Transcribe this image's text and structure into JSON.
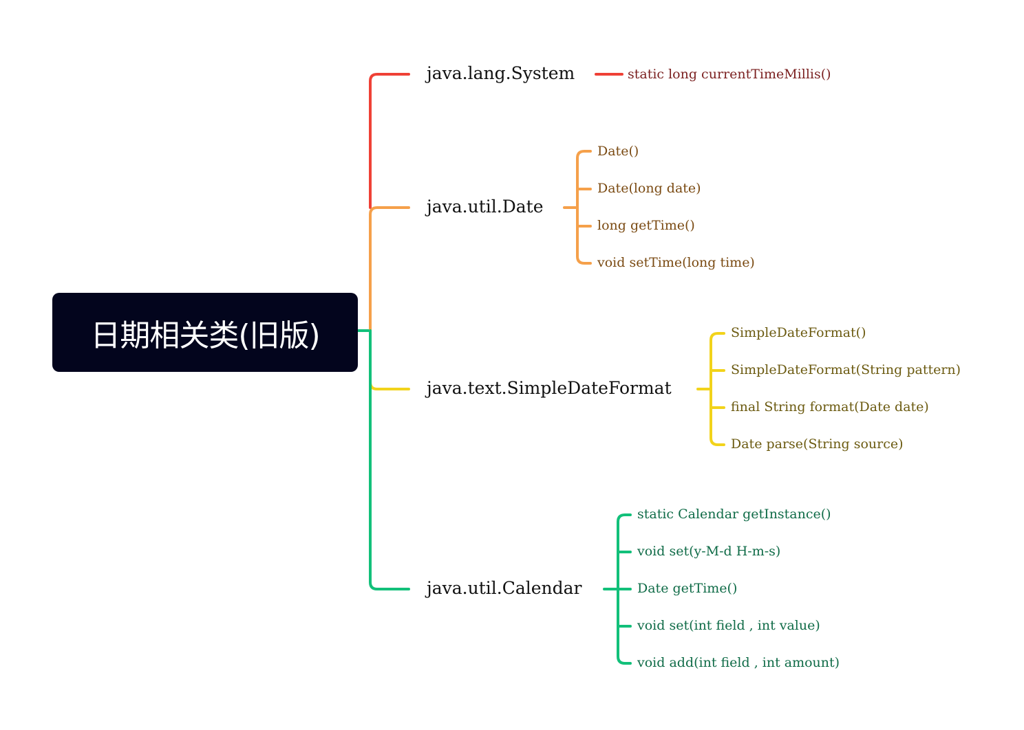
{
  "root": {
    "label": "日期相关类(旧版)"
  },
  "branches": [
    {
      "label": "java.lang.System",
      "color": "#ef4136",
      "text_color": "#7a1f1f",
      "leaves": [
        "static long currentTimeMillis()"
      ]
    },
    {
      "label": "java.util.Date",
      "color": "#f5a04a",
      "text_color": "#7a4a12",
      "leaves": [
        "Date()",
        "Date(long date)",
        "long getTime()",
        "void setTime(long time)"
      ]
    },
    {
      "label": "java.text.SimpleDateFormat",
      "color": "#f2d31b",
      "text_color": "#6b5a10",
      "leaves": [
        "SimpleDateFormat()",
        "SimpleDateFormat(String pattern)",
        "final String format(Date date)",
        "Date parse(String source)"
      ]
    },
    {
      "label": "java.util.Calendar",
      "color": "#12c07a",
      "text_color": "#0f6b47",
      "leaves": [
        "static Calendar getInstance()",
        "void set(y-M-d  H-m-s)",
        "Date getTime()",
        "void set(int field , int value)",
        "void add(int field , int amount)"
      ]
    }
  ]
}
